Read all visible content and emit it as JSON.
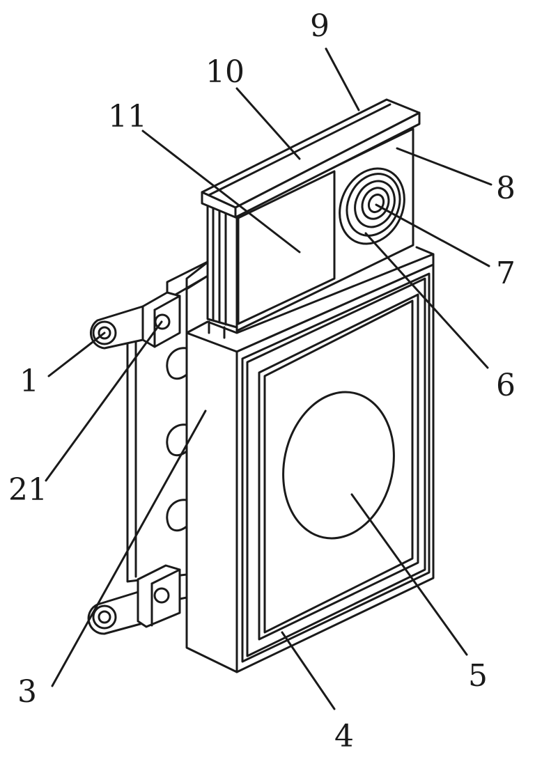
{
  "labels": {
    "l1": "1",
    "l21": "21",
    "l3": "3",
    "l4": "4",
    "l5": "5",
    "l6": "6",
    "l7": "7",
    "l8": "8",
    "l9": "9",
    "l10": "10",
    "l11": "11"
  }
}
